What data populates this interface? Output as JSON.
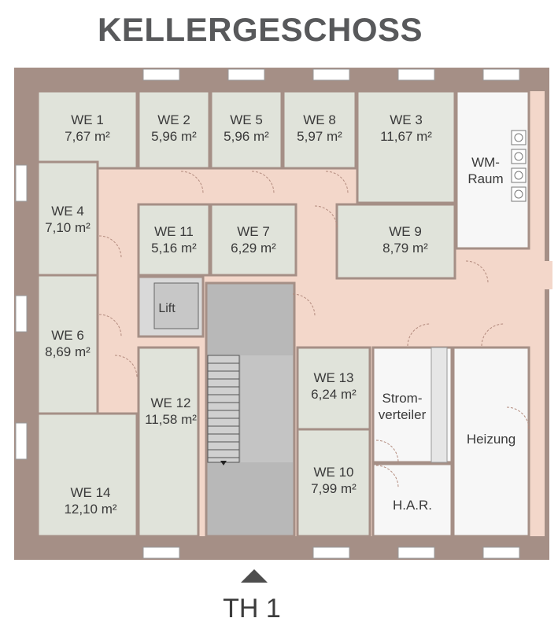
{
  "title": "KELLERGESCHOSS",
  "footer": {
    "label": "TH 1"
  },
  "colors": {
    "wall": "#a58f86",
    "room": "#e0e3da",
    "corridor": "#f3d7ca",
    "stair": "#b8b8b8",
    "white_room": "#f7f7f7"
  },
  "rooms": {
    "we1": {
      "name": "WE 1",
      "area": "7,67 m²"
    },
    "we2": {
      "name": "WE 2",
      "area": "5,96 m²"
    },
    "we5": {
      "name": "WE 5",
      "area": "5,96 m²"
    },
    "we8": {
      "name": "WE 8",
      "area": "5,97 m²"
    },
    "we3": {
      "name": "WE 3",
      "area": "11,67 m²"
    },
    "we4": {
      "name": "WE 4",
      "area": "7,10 m²"
    },
    "we11": {
      "name": "WE 11",
      "area": "5,16 m²"
    },
    "we7": {
      "name": "WE 7",
      "area": "6,29 m²"
    },
    "we9": {
      "name": "WE 9",
      "area": "8,79 m²"
    },
    "we6": {
      "name": "WE 6",
      "area": "8,69 m²"
    },
    "we12": {
      "name": "WE 12",
      "area": "11,58 m²"
    },
    "we13": {
      "name": "WE 13",
      "area": "6,24 m²"
    },
    "we10": {
      "name": "WE 10",
      "area": "7,99 m²"
    },
    "we14": {
      "name": "WE 14",
      "area": "12,10 m²"
    },
    "wm": {
      "name": "WM-\nRaum"
    },
    "lift": {
      "name": "Lift"
    },
    "strom": {
      "name": "Strom-\nverteiler"
    },
    "heizung": {
      "name": "Heizung"
    },
    "har": {
      "name": "H.A.R."
    }
  }
}
